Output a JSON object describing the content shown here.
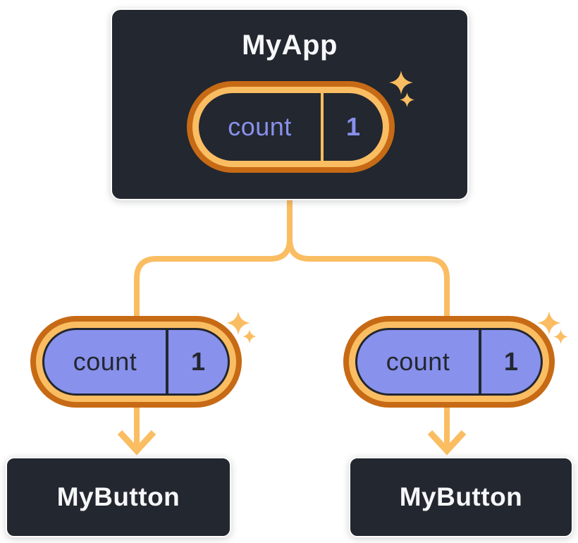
{
  "diagram": {
    "description": "React component tree diagram showing shared state passed down as props",
    "root": {
      "title": "MyApp",
      "state": {
        "label": "count",
        "value": "1"
      }
    },
    "children": [
      {
        "title": "MyButton",
        "prop": {
          "label": "count",
          "value": "1"
        }
      },
      {
        "title": "MyButton",
        "prop": {
          "label": "count",
          "value": "1"
        }
      }
    ],
    "icons": {
      "sparkle": "four-point-star"
    },
    "colors": {
      "background": "#ffffff",
      "node_fill": "#23272F",
      "node_border": "#ffffff",
      "node_text": "#F6F7F9",
      "purple": "#8891EC",
      "orange_dark": "#C76A15",
      "orange_light": "#FABD62"
    }
  }
}
